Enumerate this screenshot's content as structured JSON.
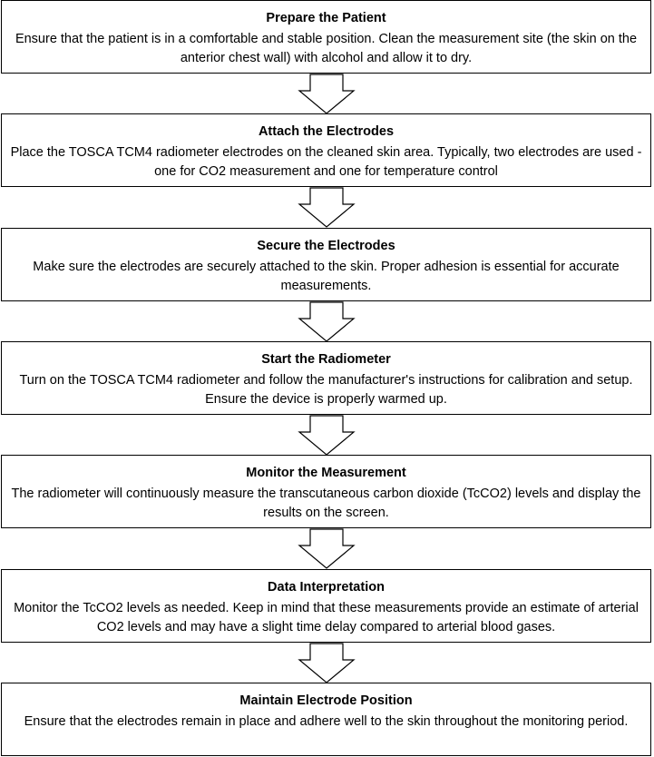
{
  "steps": [
    {
      "title": "Prepare the Patient",
      "description": "Ensure that the patient is in a comfortable and stable position. Clean the measurement site (the skin on the anterior chest wall) with alcohol and allow it to dry."
    },
    {
      "title": "Attach the Electrodes",
      "description": "Place the TOSCA TCM4 radiometer electrodes on the cleaned skin area. Typically, two electrodes are used - one for CO2 measurement and one for temperature control"
    },
    {
      "title": "Secure the Electrodes",
      "description": "Make sure the electrodes are securely attached to the skin. Proper adhesion is essential for accurate measurements."
    },
    {
      "title": "Start the Radiometer",
      "description": "Turn on the TOSCA TCM4 radiometer and follow the manufacturer's instructions for calibration and setup. Ensure the device is properly warmed up."
    },
    {
      "title": "Monitor the Measurement",
      "description": "The radiometer will continuously measure the transcutaneous carbon dioxide (TcCO2) levels and display the results on the screen."
    },
    {
      "title": "Data Interpretation",
      "description": "Monitor the TcCO2 levels as needed. Keep in mind that these measurements provide an estimate of arterial CO2 levels and may have a slight time delay compared to arterial blood gases."
    },
    {
      "title": "Maintain Electrode Position",
      "description": "Ensure that the electrodes remain in place and adhere well to the skin throughout the monitoring period."
    }
  ]
}
